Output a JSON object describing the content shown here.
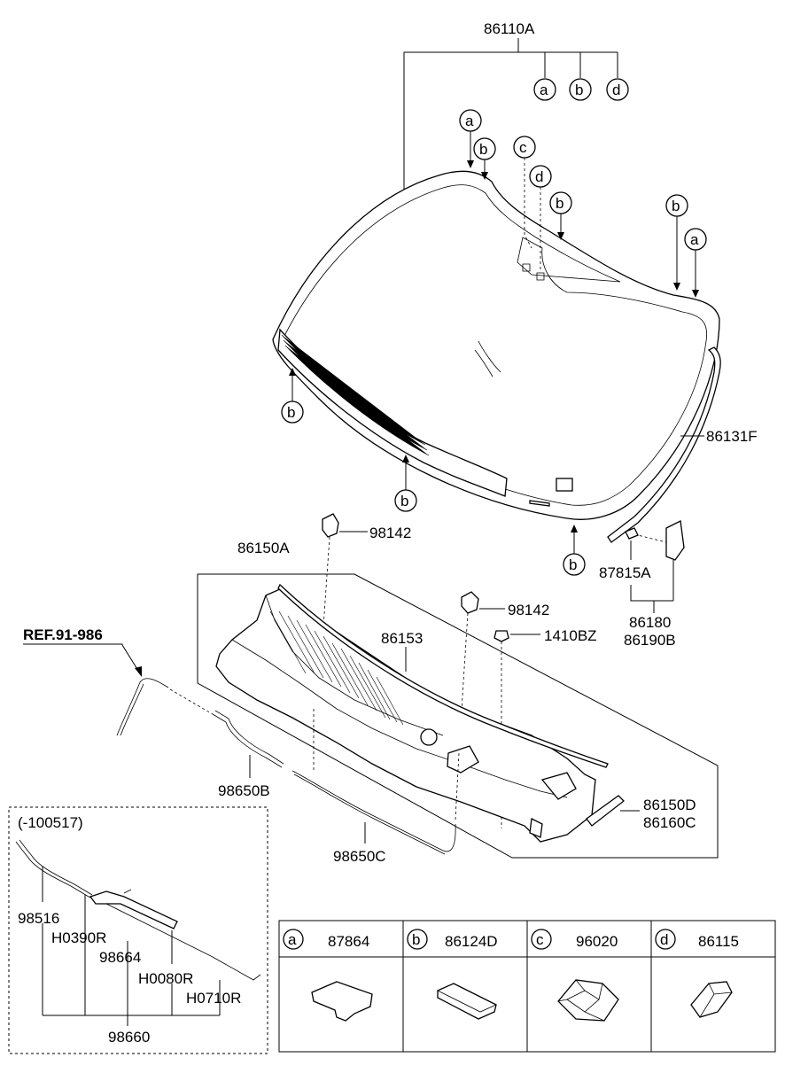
{
  "labels": {
    "assembly": "86110A",
    "molding_right": "86131F",
    "nozzle_left": "98142",
    "nozzle_right": "98142",
    "cowl_assembly": "86150A",
    "cowl_seal": "86153",
    "clip": "1410BZ",
    "bracket_clip": "87815A",
    "bracket_a": "86180",
    "bracket_b": "86190B",
    "ref": "REF.91-986",
    "hose_b": "98650B",
    "hose_c": "98650C",
    "cover_d": "86150D",
    "cover_c": "86160C"
  },
  "bubbles": {
    "a": "a",
    "b": "b",
    "c": "c",
    "d": "d"
  },
  "inset": {
    "title": "(-100517)",
    "parts": [
      "98516",
      "H0390R",
      "98664",
      "H0080R",
      "H0710R"
    ],
    "assembly": "98660"
  },
  "legend": [
    {
      "letter": "a",
      "part": "87864"
    },
    {
      "letter": "b",
      "part": "86124D"
    },
    {
      "letter": "c",
      "part": "96020"
    },
    {
      "letter": "d",
      "part": "86115"
    }
  ]
}
